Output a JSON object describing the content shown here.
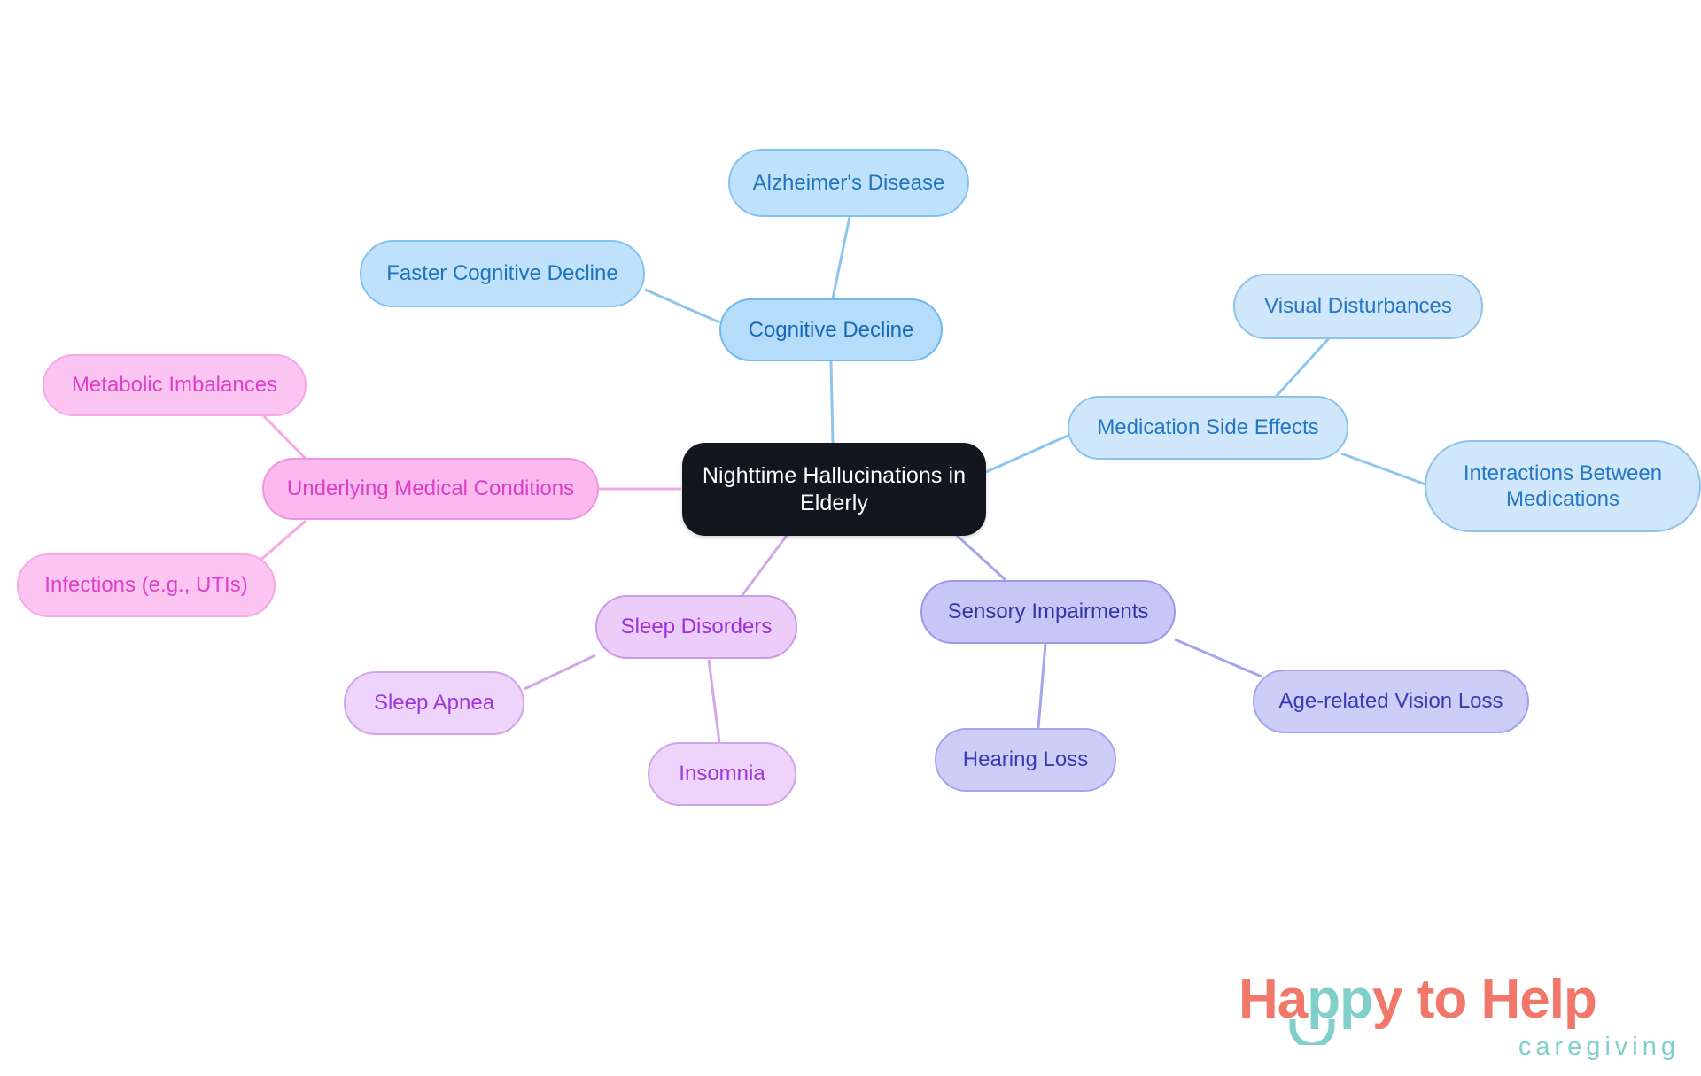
{
  "diagram": {
    "type": "mind-map",
    "title": "Nighttime Hallucinations in Elderly",
    "background_color": "#ffffff",
    "root": {
      "id": "root",
      "label": "Nighttime Hallucinations in\nElderly",
      "fill": "#11161f",
      "text_color": "#ffffff"
    },
    "branches": [
      {
        "id": "cognitive-decline",
        "label": "Cognitive Decline",
        "fill": "#b5ddfb",
        "border": "#72b8ea",
        "text_color": "#1769b8",
        "edge_color": "#8cc5ee",
        "children": [
          {
            "id": "alzheimers-disease",
            "label": "Alzheimer's Disease",
            "fill": "#bfe1fb",
            "border": "#82c2ee",
            "text_color": "#1f74bd"
          },
          {
            "id": "faster-cognitive-decline",
            "label": "Faster Cognitive Decline",
            "fill": "#bfe1fb",
            "border": "#82c2ee",
            "text_color": "#1f74bd"
          }
        ]
      },
      {
        "id": "medication-side-effects",
        "label": "Medication Side Effects",
        "fill": "#cfe6fb",
        "border": "#8fc3ea",
        "text_color": "#2477c3",
        "edge_color": "#8cc5ee",
        "children": [
          {
            "id": "visual-disturbances",
            "label": "Visual Disturbances",
            "fill": "#cfe6fb",
            "border": "#8fc3ea",
            "text_color": "#2477c3"
          },
          {
            "id": "interactions-between-medications",
            "label": "Interactions Between\nMedications",
            "fill": "#cfe6fb",
            "border": "#8fc3ea",
            "text_color": "#2477c3"
          }
        ]
      },
      {
        "id": "underlying-medical-conditions",
        "label": "Underlying Medical Conditions",
        "fill": "#fbb9ee",
        "border": "#f093e0",
        "text_color": "#d93fc6",
        "edge_color": "#f5a7e6",
        "children": [
          {
            "id": "metabolic-imbalances",
            "label": "Metabolic Imbalances",
            "fill": "#fcc4f1",
            "border": "#f6a9e6",
            "text_color": "#e040c9"
          },
          {
            "id": "infections-utis",
            "label": "Infections (e.g., UTIs)",
            "fill": "#fcc4f1",
            "border": "#f6a9e6",
            "text_color": "#e040c9"
          }
        ]
      },
      {
        "id": "sleep-disorders",
        "label": "Sleep Disorders",
        "fill": "#ecccf8",
        "border": "#cb9ce2",
        "text_color": "#9b2fda",
        "edge_color": "#d3a6e8",
        "children": [
          {
            "id": "sleep-apnea",
            "label": "Sleep Apnea",
            "fill": "#eed4fa",
            "border": "#cfa6e6",
            "text_color": "#9c37da"
          },
          {
            "id": "insomnia",
            "label": "Insomnia",
            "fill": "#eed4fa",
            "border": "#cfa6e6",
            "text_color": "#9c37da"
          }
        ]
      },
      {
        "id": "sensory-impairments",
        "label": "Sensory Impairments",
        "fill": "#c6c7f6",
        "border": "#9a9ce8",
        "text_color": "#3434a8",
        "edge_color": "#a4a6ec",
        "children": [
          {
            "id": "hearing-loss",
            "label": "Hearing Loss",
            "fill": "#cdcef8",
            "border": "#a3a5ec",
            "text_color": "#3a3ab5"
          },
          {
            "id": "age-related-vision-loss",
            "label": "Age-related Vision Loss",
            "fill": "#cdcef8",
            "border": "#a3a5ec",
            "text_color": "#3a3ab5"
          }
        ]
      }
    ]
  },
  "brand": {
    "word_happy_ha": "Ha",
    "word_happy_pp": "pp",
    "word_happy_y": "y to Help",
    "tagline": "caregiving",
    "coral": "#f0776a",
    "teal": "#80cfca"
  }
}
